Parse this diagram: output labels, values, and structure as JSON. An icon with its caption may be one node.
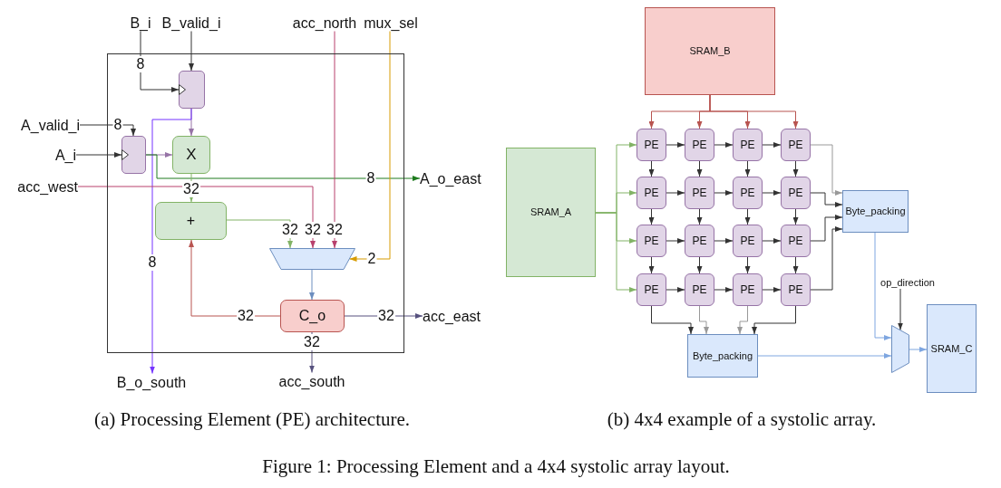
{
  "diagram": {
    "caption": "Figure 1: Processing Element and a 4x4 systolic array layout.",
    "nodes": [
      {
        "text": [],
        "shape": "box"
      },
      {
        "text": [
          "B_i"
        ]
      },
      {
        "text": [
          "B_valid_i"
        ]
      },
      {
        "text": [
          "acc_north"
        ]
      },
      {
        "text": [
          "mux_sel"
        ]
      },
      {
        "text": [],
        "shape": "box",
        "in": 0
      },
      {
        "text": [
          "A_valid_i"
        ]
      },
      {
        "text": [
          "A_i"
        ]
      },
      {
        "text": [],
        "shape": "box",
        "in": 0
      },
      {
        "text": [
          "X"
        ],
        "in": 0
      },
      {
        "text": [
          "acc_west"
        ]
      },
      {
        "text": [
          "A_o_east"
        ]
      },
      {
        "text": [
          "+"
        ],
        "in": 0
      },
      {
        "text": [],
        "shape": "trapezoid",
        "in": 0
      },
      {
        "text": [
          "C_o"
        ],
        "in": 0
      },
      {
        "text": [
          "acc_east"
        ]
      },
      {
        "text": [
          "B_o_south"
        ]
      },
      {
        "text": [
          "acc_south"
        ]
      },
      {
        "text": [
          "SRAM_B"
        ]
      },
      {
        "text": [
          "SRAM_A"
        ]
      },
      {
        "text": [
          "PE"
        ]
      },
      {
        "text": [
          "PE"
        ]
      },
      {
        "text": [
          "PE"
        ]
      },
      {
        "text": [
          "PE"
        ]
      },
      {
        "text": [
          "PE"
        ]
      },
      {
        "text": [
          "PE"
        ]
      },
      {
        "text": [
          "PE"
        ]
      },
      {
        "text": [
          "PE"
        ]
      },
      {
        "text": [
          "PE"
        ]
      },
      {
        "text": [
          "PE"
        ]
      },
      {
        "text": [
          "PE"
        ]
      },
      {
        "text": [
          "PE"
        ]
      },
      {
        "text": [
          "PE"
        ]
      },
      {
        "text": [
          "PE"
        ]
      },
      {
        "text": [
          "PE"
        ]
      },
      {
        "text": [
          "PE"
        ]
      },
      {
        "text": [
          "Byte_packing"
        ]
      },
      {
        "text": [
          "op_direction"
        ]
      },
      {
        "text": [],
        "shape": "trapezoid"
      },
      {
        "text": [
          "SRAM_C"
        ]
      },
      {
        "text": [
          "Byte_packing"
        ]
      }
    ],
    "edges": [
      {
        "from": 1,
        "to": 5,
        "arrow": "to",
        "label": "8"
      },
      {
        "from": 2,
        "to": 5,
        "arrow": "to"
      },
      {
        "from": 6,
        "to": 8,
        "arrow": "to",
        "label": "8"
      },
      {
        "from": 7,
        "to": 8,
        "arrow": "to"
      },
      {
        "from": 8,
        "to": 9,
        "arrow": "to",
        "color": "#9673a6"
      },
      {
        "from": 5,
        "to": 9,
        "arrow": "to",
        "color": "#9673a6"
      },
      {
        "from": 5,
        "to": 16,
        "arrow": "to",
        "label": "8",
        "color": "#7433ff"
      },
      {
        "from": 8,
        "to": 11,
        "arrow": "to",
        "label": "8",
        "color": "#1e7b1e"
      },
      {
        "from": 9,
        "to": 12,
        "arrow": "to",
        "label": "32",
        "color": "#82b366"
      },
      {
        "from": 12,
        "to": 13,
        "arrow": "to",
        "label": "32",
        "color": "#82b366"
      },
      {
        "from": 10,
        "to": 13,
        "arrow": "to",
        "label": "32",
        "color": "#b8416d"
      },
      {
        "from": 3,
        "to": 13,
        "arrow": "to",
        "label": "32",
        "color": "#b8416d"
      },
      {
        "from": 4,
        "to": 13,
        "arrow": "to",
        "label": "2",
        "color": "#d79b00"
      },
      {
        "from": 13,
        "to": 14,
        "arrow": "to",
        "color": "#6c8ebf"
      },
      {
        "from": 14,
        "to": 12,
        "arrow": "to",
        "label": "32",
        "color": "#b85450"
      },
      {
        "from": 14,
        "to": 15,
        "arrow": "to",
        "label": "32",
        "color": "#56517e"
      },
      {
        "from": 14,
        "to": 17,
        "arrow": "to",
        "label": "32",
        "color": "#56517e"
      },
      {
        "from": 18,
        "to": 20,
        "arrow": "to",
        "color": "#b85450"
      },
      {
        "from": 18,
        "to": 21,
        "arrow": "to",
        "color": "#b85450"
      },
      {
        "from": 18,
        "to": 22,
        "arrow": "to",
        "color": "#b85450"
      },
      {
        "from": 18,
        "to": 23,
        "arrow": "to",
        "color": "#b85450"
      },
      {
        "from": 19,
        "to": 20,
        "arrow": "to",
        "color": "#82b366"
      },
      {
        "from": 19,
        "to": 24,
        "arrow": "to",
        "color": "#82b366"
      },
      {
        "from": 19,
        "to": 28,
        "arrow": "to",
        "color": "#82b366"
      },
      {
        "from": 19,
        "to": 32,
        "arrow": "to",
        "color": "#82b366"
      },
      {
        "from": 20,
        "to": 21,
        "arrow": "to"
      },
      {
        "from": 21,
        "to": 22,
        "arrow": "to"
      },
      {
        "from": 22,
        "to": 23,
        "arrow": "to"
      },
      {
        "from": 24,
        "to": 25,
        "arrow": "to"
      },
      {
        "from": 25,
        "to": 26,
        "arrow": "to"
      },
      {
        "from": 26,
        "to": 27,
        "arrow": "to"
      },
      {
        "from": 28,
        "to": 29,
        "arrow": "to"
      },
      {
        "from": 29,
        "to": 30,
        "arrow": "to"
      },
      {
        "from": 30,
        "to": 31,
        "arrow": "to"
      },
      {
        "from": 32,
        "to": 33,
        "arrow": "to"
      },
      {
        "from": 33,
        "to": 34,
        "arrow": "to"
      },
      {
        "from": 34,
        "to": 35,
        "arrow": "to"
      },
      {
        "from": 20,
        "to": 24,
        "arrow": "to"
      },
      {
        "from": 21,
        "to": 25,
        "arrow": "to"
      },
      {
        "from": 22,
        "to": 26,
        "arrow": "to"
      },
      {
        "from": 23,
        "to": 27,
        "arrow": "to"
      },
      {
        "from": 24,
        "to": 28,
        "arrow": "to"
      },
      {
        "from": 25,
        "to": 29,
        "arrow": "to"
      },
      {
        "from": 26,
        "to": 30,
        "arrow": "to"
      },
      {
        "from": 27,
        "to": 31,
        "arrow": "to"
      },
      {
        "from": 28,
        "to": 32,
        "arrow": "to"
      },
      {
        "from": 29,
        "to": 33,
        "arrow": "to"
      },
      {
        "from": 30,
        "to": 34,
        "arrow": "to"
      },
      {
        "from": 31,
        "to": 35,
        "arrow": "to"
      },
      {
        "from": 23,
        "to": 36,
        "arrow": "to",
        "color": "#999999"
      },
      {
        "from": 27,
        "to": 36,
        "arrow": "to"
      },
      {
        "from": 31,
        "to": 36,
        "arrow": "to"
      },
      {
        "from": 35,
        "to": 36,
        "arrow": "to"
      },
      {
        "from": 32,
        "to": 40,
        "arrow": "to"
      },
      {
        "from": 33,
        "to": 40,
        "arrow": "to",
        "color": "#999999"
      },
      {
        "from": 34,
        "to": 40,
        "arrow": "to",
        "color": "#999999"
      },
      {
        "from": 35,
        "to": 40,
        "arrow": "to"
      },
      {
        "from": 36,
        "to": 38,
        "arrow": "to",
        "color": "#7ea6e0"
      },
      {
        "from": 40,
        "to": 38,
        "arrow": "to",
        "color": "#7ea6e0"
      },
      {
        "from": 37,
        "to": 38,
        "arrow": "to"
      },
      {
        "from": 38,
        "to": 39,
        "arrow": "to",
        "color": "#7ea6e0"
      }
    ],
    "labels": [
      "(a) Processing Element (PE) architecture.",
      "(b) 4x4 example of a systolic array."
    ]
  }
}
